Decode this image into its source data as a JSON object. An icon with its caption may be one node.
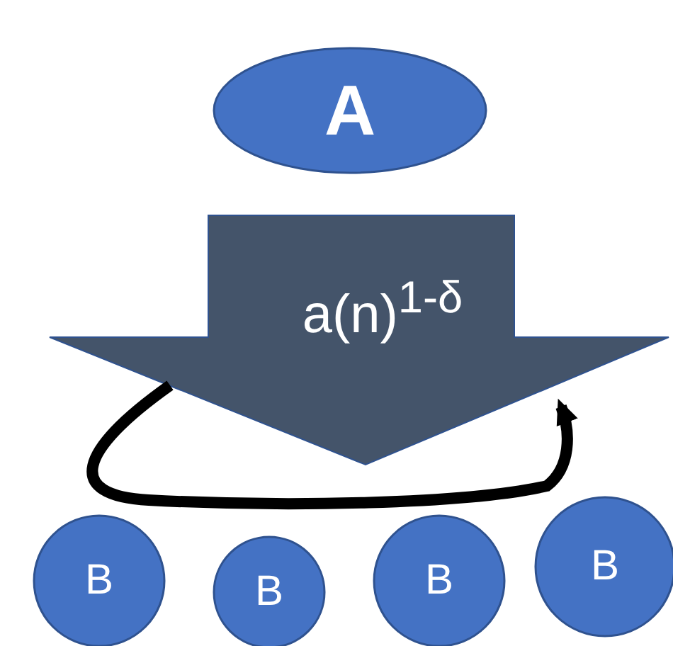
{
  "diagram": {
    "nodes": [
      {
        "text": [
          "A"
        ]
      },
      {
        "text": [
          "a(n)$^{1-δ}$"
        ]
      },
      {
        "text": [
          "B"
        ]
      },
      {
        "text": [
          "B"
        ]
      },
      {
        "text": [
          "B"
        ]
      },
      {
        "text": [
          "B"
        ]
      }
    ],
    "edges": [
      {
        "from": 1,
        "to": 1,
        "arrow": "to"
      }
    ]
  }
}
